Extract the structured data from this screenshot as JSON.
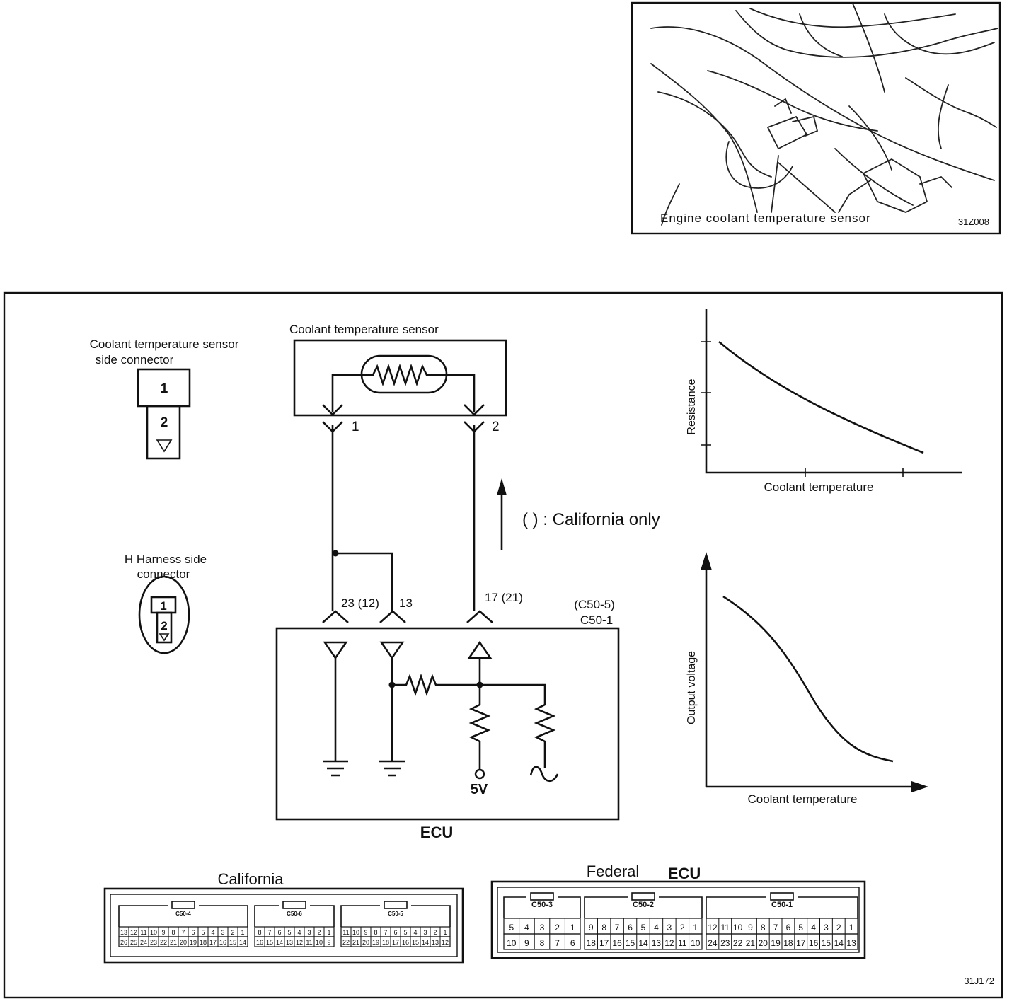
{
  "photo": {
    "caption": "Engine coolant temperature sensor",
    "code": "31Z008"
  },
  "diagram": {
    "sensor_title": "Coolant temperature sensor",
    "pin1": "1",
    "pin2": "2",
    "sensor_connector_label": "Coolant temperature sensor side connector",
    "harness_connector_label": "H Harness side connector",
    "terminal_23": "23 (12)",
    "terminal_13": "13",
    "terminal_17": "17 (21)",
    "connector_alt": "(C50-5)",
    "connector_main": "C50-1",
    "voltage": "5V",
    "ecu_label": "ECU",
    "legend": "(      ) : California only",
    "code": "31J172"
  },
  "graphs": {
    "resistance": {
      "ylabel": "Resistance",
      "xlabel": "Coolant temperature"
    },
    "voltage": {
      "ylabel": "Output voltage",
      "xlabel": "Coolant temperature"
    }
  },
  "pinouts": {
    "california_title": "California",
    "federal_title": "Federal",
    "ecu_title": "ECU",
    "california": [
      {
        "name": "C50-4",
        "top": [
          "13",
          "12",
          "11",
          "10",
          "9",
          "8",
          "7",
          "6",
          "5",
          "4",
          "3",
          "2",
          "1"
        ],
        "bottom": [
          "26",
          "25",
          "24",
          "23",
          "22",
          "21",
          "20",
          "19",
          "18",
          "17",
          "16",
          "15",
          "14"
        ]
      },
      {
        "name": "C50-6",
        "top": [
          "8",
          "7",
          "6",
          "5",
          "4",
          "3",
          "2",
          "1"
        ],
        "bottom": [
          "16",
          "15",
          "14",
          "13",
          "12",
          "11",
          "10",
          "9"
        ]
      },
      {
        "name": "C50-5",
        "top": [
          "11",
          "10",
          "9",
          "8",
          "7",
          "6",
          "5",
          "4",
          "3",
          "2",
          "1"
        ],
        "bottom": [
          "22",
          "21",
          "20",
          "19",
          "18",
          "17",
          "16",
          "15",
          "14",
          "13",
          "12"
        ]
      }
    ],
    "federal": [
      {
        "name": "C50-3",
        "top": [
          "5",
          "4",
          "3",
          "2",
          "1"
        ],
        "bottom": [
          "10",
          "9",
          "8",
          "7",
          "6"
        ]
      },
      {
        "name": "C50-2",
        "top": [
          "9",
          "8",
          "7",
          "6",
          "5",
          "4",
          "3",
          "2",
          "1"
        ],
        "bottom": [
          "18",
          "17",
          "16",
          "15",
          "14",
          "13",
          "12",
          "11",
          "10"
        ]
      },
      {
        "name": "C50-1",
        "top": [
          "12",
          "11",
          "10",
          "9",
          "8",
          "7",
          "6",
          "5",
          "4",
          "3",
          "2",
          "1"
        ],
        "bottom": [
          "24",
          "23",
          "22",
          "21",
          "20",
          "19",
          "18",
          "17",
          "16",
          "15",
          "14",
          "13"
        ]
      }
    ]
  }
}
